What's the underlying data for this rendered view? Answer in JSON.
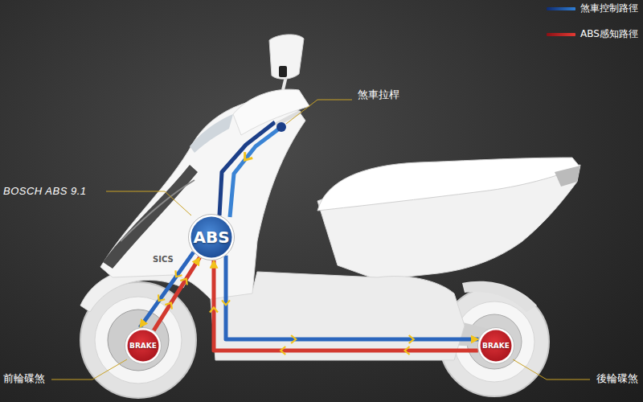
{
  "diagram": {
    "nodes": [
      {
        "text": [
          "ABS"
        ]
      },
      {
        "text": [
          "BRAKE"
        ]
      },
      {
        "text": [
          "BRAKE"
        ]
      }
    ],
    "edges": [
      {
        "from": 0,
        "to": 1,
        "arrow": "to"
      },
      {
        "from": 1,
        "to": 0,
        "arrow": "to"
      },
      {
        "from": 0,
        "to": 2,
        "arrow": "to"
      },
      {
        "from": 2,
        "to": 0,
        "arrow": "to"
      }
    ],
    "labels": [
      "煞車拉桿",
      "BOSCH ABS 9.1",
      "SICS",
      "前輪碟煞",
      "後輪碟煞"
    ],
    "legend": [
      {
        "text": "煞車控制路徑"
      },
      {
        "text": "ABS感知路徑"
      }
    ]
  }
}
